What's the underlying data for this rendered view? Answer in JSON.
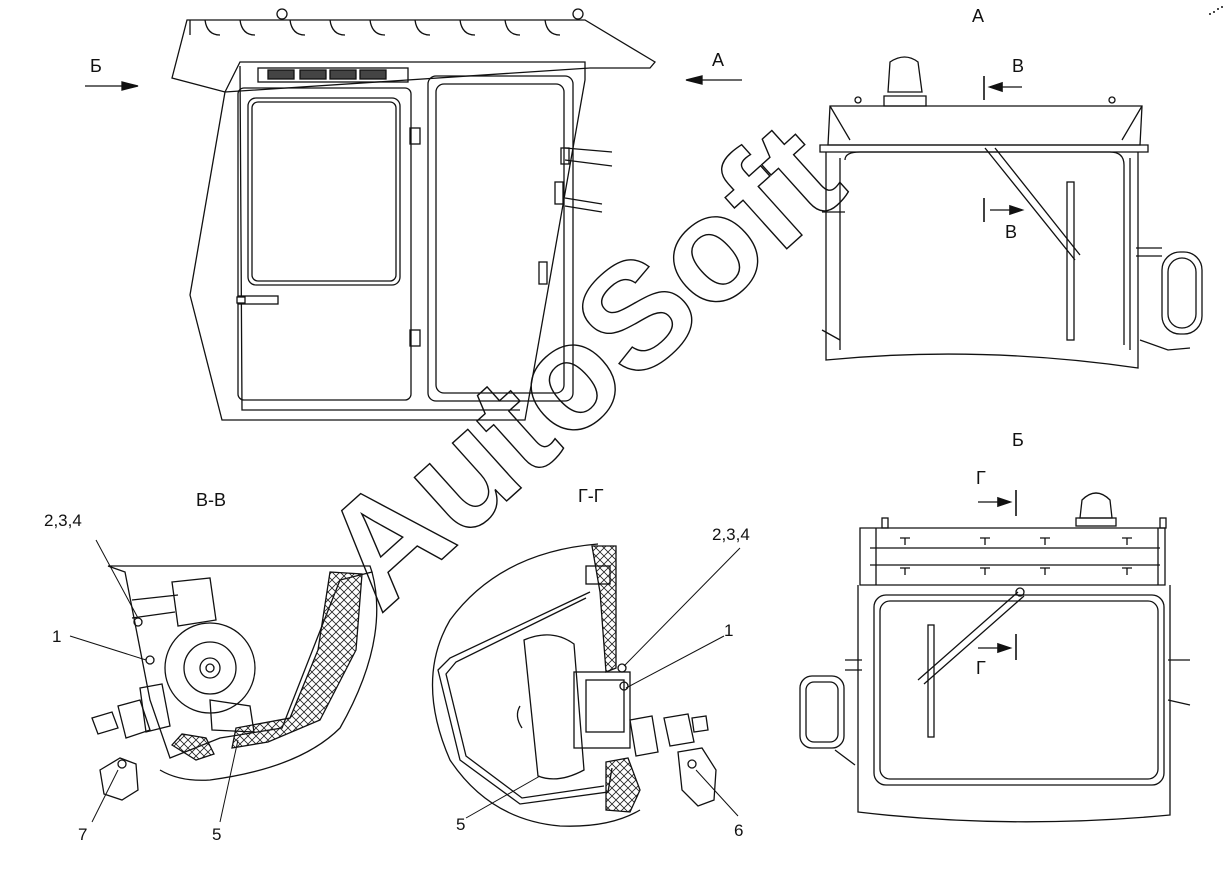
{
  "views": {
    "a": "А",
    "b": "Б",
    "vv": "В-В",
    "gg": "Г-Г"
  },
  "arrows": {
    "a_main": "А",
    "b_main": "Б",
    "v_top": "В",
    "v_bottom": "В",
    "g_top": "Г",
    "g_bottom": "Г"
  },
  "callouts": {
    "vv_234": "2,3,4",
    "vv_1": "1",
    "vv_7": "7",
    "vv_5": "5",
    "gg_234": "2,3,4",
    "gg_1": "1",
    "gg_5": "5",
    "gg_6": "6"
  },
  "watermark": "AutoSoft"
}
